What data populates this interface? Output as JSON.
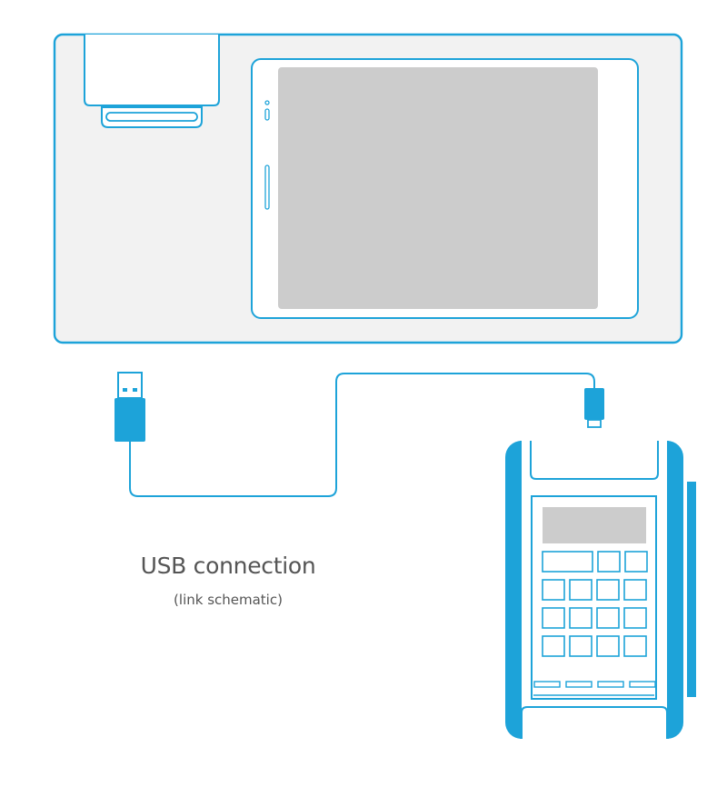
{
  "caption": {
    "title": "USB connection",
    "subtitle": "(link schematic)"
  },
  "icons": {
    "pos_terminal": "pos-terminal-icon",
    "receipt_printer": "receipt-printer-icon",
    "tablet": "tablet-icon",
    "usb_a_plug": "usb-a-plug-icon",
    "micro_usb_plug": "micro-usb-plug-icon",
    "card_reader": "card-reader-icon"
  },
  "keypad": {
    "top_row_keys": 3,
    "grid_rows": 3,
    "grid_cols": 4,
    "function_keys": 4
  },
  "colors": {
    "accent": "#1da3d9",
    "terminal_fill": "#f2f2f2",
    "screen_fill": "#cccccc",
    "caption_text": "#555555"
  }
}
